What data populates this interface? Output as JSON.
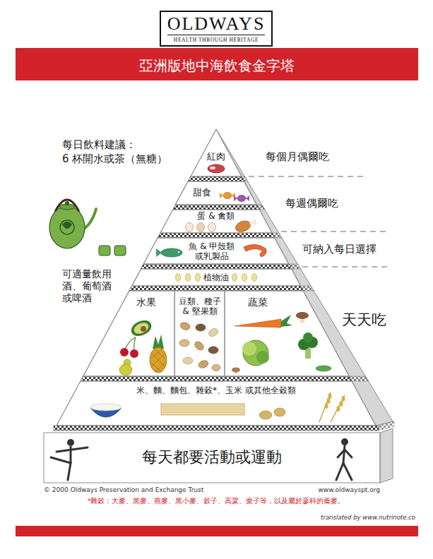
{
  "diagram": {
    "title": "亞洲版地中海飲食金字塔",
    "nodes": [
      {
        "text": [
          "OLDWAYS",
          "HEALTH THROUGH HERITAGE"
        ]
      },
      {
        "text": [
          "紅肉"
        ]
      },
      {
        "text": [
          "甜食"
        ]
      },
      {
        "text": [
          "蛋 & 禽類"
        ]
      },
      {
        "text": [
          "魚 & 甲殼類 或乳製品"
        ]
      },
      {
        "text": [
          "植物油"
        ]
      },
      {
        "text": [
          "水果"
        ]
      },
      {
        "text": [
          "豆類、種子 & 堅果類"
        ]
      },
      {
        "text": [
          "蔬菜"
        ]
      },
      {
        "text": [
          "米、麵、麵包、雜穀*、玉米 或其他全穀類"
        ]
      },
      {
        "text": [
          "每天都要活動或運動"
        ]
      }
    ],
    "labels": [
      "每日飲料建議：",
      "6 杯開水或茶（無糖）",
      "每個月偶爾吃",
      "每週偶爾吃",
      "可納入每日選擇",
      "天天吃",
      "可適量飲用 酒、葡萄酒 或啤酒",
      "© 2000 Oldways Preservation and Exchange Trust",
      "www.oldwayspt.org",
      "*雜穀：大麥、黑麥、燕麥、黑小麥、穀子、高粱、糜子等，以及屬於蓼科的蕎麥。",
      "translated by www.nutrinote.co"
    ]
  }
}
